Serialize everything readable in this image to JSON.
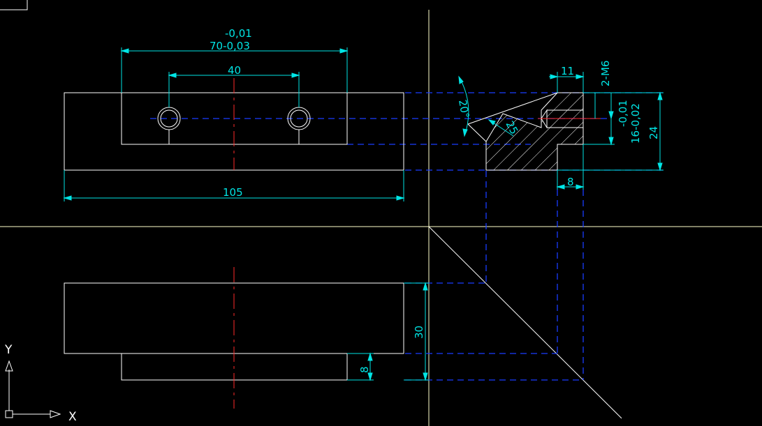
{
  "colors": {
    "background": "#000000",
    "object_line": "#ffffff",
    "dimension": "#00e5e5",
    "hidden_line": "#1a3cff",
    "center_line": "#ff2a2a",
    "crosshair": "#ffffcc"
  },
  "ucs": {
    "x_label": "X",
    "y_label": "Y"
  },
  "dimensions": {
    "tol_upper_70": "-0,01",
    "width_70": "70-0,03",
    "hole_spacing": "40",
    "length_105": "105",
    "width_11": "11",
    "thread": "2-M6",
    "tol_upper_16": "-0,01",
    "height_16": "16-0,02",
    "height_24": "24",
    "step_8_top": "8",
    "angle_20": "20°",
    "dim_25": "25",
    "height_30": "30",
    "step_8_bottom": "8"
  }
}
